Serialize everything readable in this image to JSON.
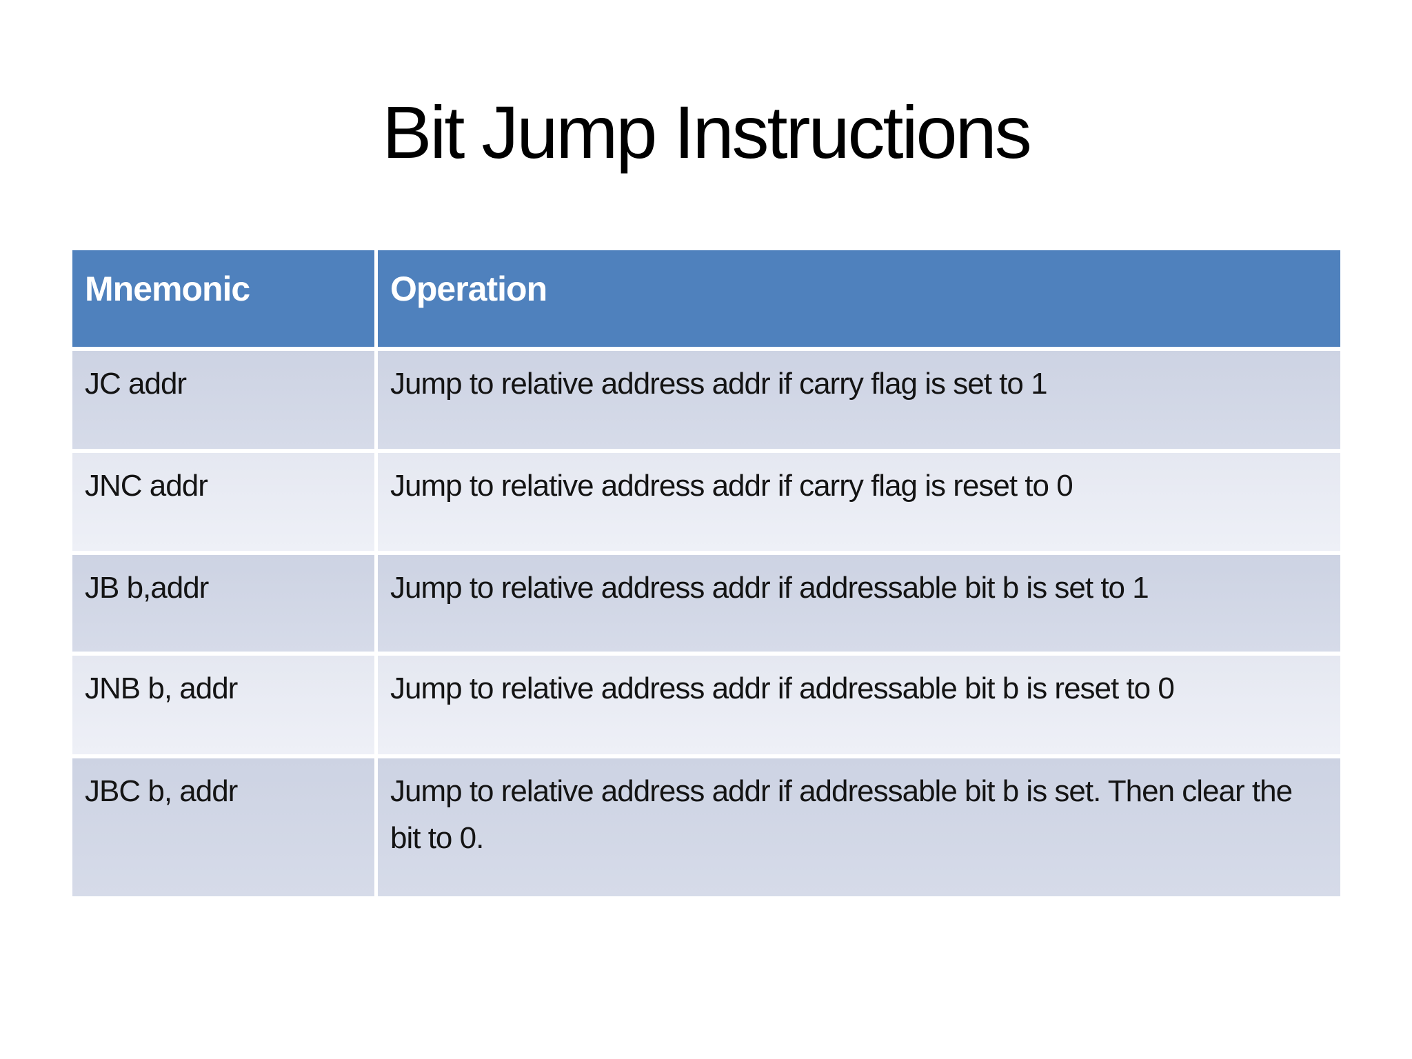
{
  "slide": {
    "title": "Bit Jump Instructions"
  },
  "table": {
    "headers": {
      "mnemonic": "Mnemonic",
      "operation": "Operation"
    },
    "rows": [
      {
        "mnemonic": "JC addr",
        "operation": "Jump to relative address addr if carry flag is set to 1"
      },
      {
        "mnemonic": "JNC addr",
        "operation": "Jump to relative address addr if carry flag is reset to 0"
      },
      {
        "mnemonic": "JB b,addr",
        "operation": "Jump to relative address addr if addressable bit b is set to 1"
      },
      {
        "mnemonic": "JNB b, addr",
        "operation": "Jump to relative address addr if addressable bit b is reset to 0"
      },
      {
        "mnemonic": "JBC b, addr",
        "operation": "Jump to relative address addr if addressable bit b is set. Then clear the bit to 0."
      }
    ]
  },
  "colors": {
    "page_bg": "#ffffff",
    "title_text": "#000000",
    "header_bg": "#4f81bd",
    "header_text": "#ffffff",
    "row_dark": "#cdd3e3",
    "row_dark_bottom": "#d6dbe9",
    "row_light": "#e5e8f1",
    "row_light_bottom": "#eef0f7",
    "body_text": "#141414"
  }
}
